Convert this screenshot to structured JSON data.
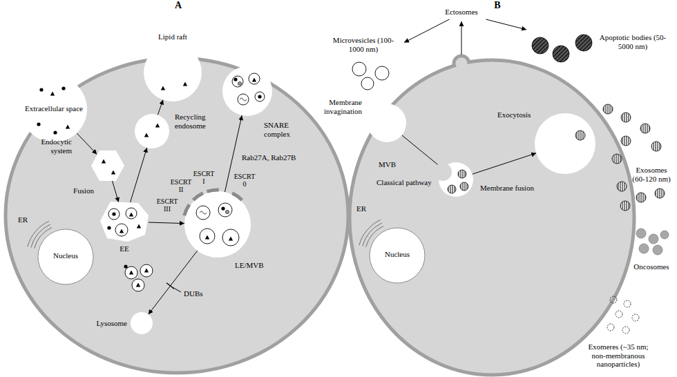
{
  "diagram": {
    "nodes": [
      {
        "text": [
          "Lipid raft"
        ]
      },
      {
        "text": [
          "Extracellular space"
        ]
      },
      {
        "text": [
          "Fusion"
        ]
      },
      {
        "text": [
          "Recycling endosome"
        ]
      },
      {
        "text": [
          "SNARE complex"
        ]
      },
      {
        "text": [
          "EE"
        ]
      },
      {
        "text": [
          "LE/MVB"
        ]
      },
      {
        "text": [
          "Nucleus"
        ]
      },
      {
        "text": [
          "Lysosome"
        ]
      },
      {
        "text": [
          "Ectosomes"
        ]
      },
      {
        "text": [
          "Microvesicles (100-1000 nm)"
        ]
      },
      {
        "text": [
          "Apoptotic bodies (50-5000 nm)"
        ]
      },
      {
        "text": [
          "Membrane invagination"
        ]
      },
      {
        "text": [
          "MVB",
          "Classical pathway"
        ]
      },
      {
        "text": [
          "Exocytosis"
        ]
      },
      {
        "text": [
          "Exosomes (60-120 nm)"
        ]
      },
      {
        "text": [
          "Nucleus"
        ]
      },
      {
        "text": [
          "Oncosomes"
        ]
      },
      {
        "text": [
          "Exomeres (~35 nm; non-membranous nanoparticles)"
        ]
      }
    ],
    "edges": [
      {
        "from": 1,
        "to": 2,
        "label": "Endocytic system",
        "arrow": "to"
      },
      {
        "from": 2,
        "to": 5,
        "arrow": "to"
      },
      {
        "from": 5,
        "to": 3,
        "arrow": "to"
      },
      {
        "from": 3,
        "to": 0,
        "arrow": "to"
      },
      {
        "from": 5,
        "to": 6,
        "arrow": "to"
      },
      {
        "from": 6,
        "to": 4,
        "label": "Rab27A, Rab27B",
        "arrow": "to"
      },
      {
        "from": 6,
        "to": 8,
        "label": "DUBs",
        "arrow": "to"
      },
      {
        "from": 9,
        "to": 10,
        "arrow": "to"
      },
      {
        "from": 9,
        "to": 11,
        "arrow": "to"
      },
      {
        "from": 12,
        "to": 13,
        "arrow": "to"
      },
      {
        "from": 13,
        "to": 14,
        "label": "Membrane fusion",
        "arrow": "to"
      }
    ],
    "labels": [
      "A",
      "B",
      "ER",
      "ER",
      "ESCRT III",
      "ESCRT II",
      "ESCRT I",
      "ESCRT 0"
    ]
  }
}
